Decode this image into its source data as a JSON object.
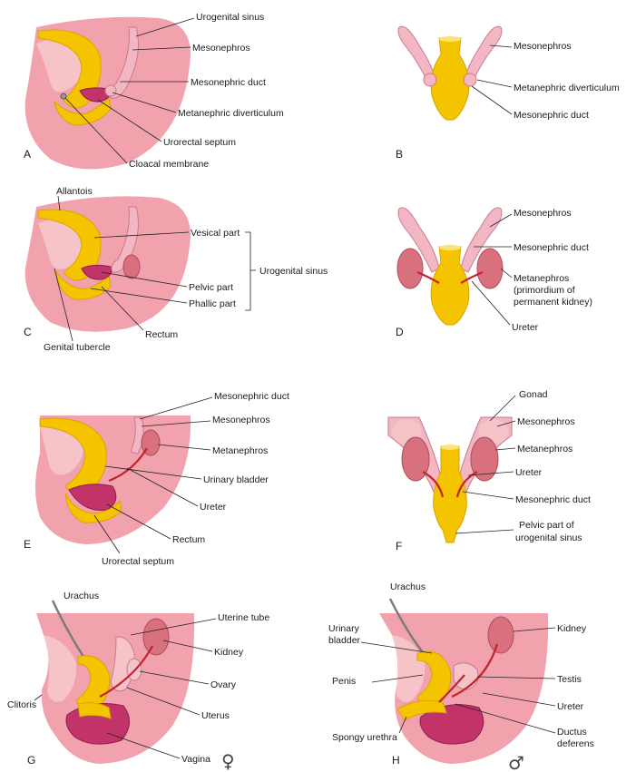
{
  "panels": {
    "A": {
      "letter": "A",
      "labels": [
        "Urogenital sinus",
        "Mesonephros",
        "Mesonephric duct",
        "Metanephric diverticulum",
        "Urorectal septum",
        "Cloacal membrane"
      ]
    },
    "B": {
      "letter": "B",
      "labels": [
        "Mesonephros",
        "Metanephric diverticulum",
        "Mesonephric duct"
      ]
    },
    "C": {
      "letter": "C",
      "labels": [
        "Allantois",
        "Vesical part",
        "Pelvic part",
        "Phallic part",
        "Urogenital sinus",
        "Genital tubercle",
        "Rectum"
      ]
    },
    "D": {
      "letter": "D",
      "labels": [
        "Mesonephros",
        "Mesonephric duct",
        "Metanephros",
        "(primordium of",
        "permanent kidney)",
        "Ureter"
      ]
    },
    "E": {
      "letter": "E",
      "labels": [
        "Mesonephric duct",
        "Mesonephros",
        "Metanephros",
        "Urinary bladder",
        "Ureter",
        "Rectum",
        "Urorectal septum"
      ]
    },
    "F": {
      "letter": "F",
      "labels": [
        "Gonad",
        "Mesonephros",
        "Metanephros",
        "Ureter",
        "Mesonephric duct",
        "Pelvic part of",
        "urogenital sinus"
      ]
    },
    "G": {
      "letter": "G",
      "symbol": "♀",
      "labels": [
        "Urachus",
        "Uterine tube",
        "Kidney",
        "Ovary",
        "Uterus",
        "Clitoris",
        "Vagina"
      ]
    },
    "H": {
      "letter": "H",
      "symbol": "♂",
      "labels": [
        "Urachus",
        "Urinary",
        "bladder",
        "Kidney",
        "Penis",
        "Testis",
        "Ureter",
        "Spongy urethra",
        "Ductus",
        "deferens"
      ]
    }
  },
  "colors": {
    "body": "#f1a2ad",
    "urogenital_sinus": "#f5c400",
    "mesonephros": "#f3b7c3",
    "metanephros": "#d9707d",
    "rectum": "#c2336a",
    "ureter_duct": "#c0252b"
  }
}
